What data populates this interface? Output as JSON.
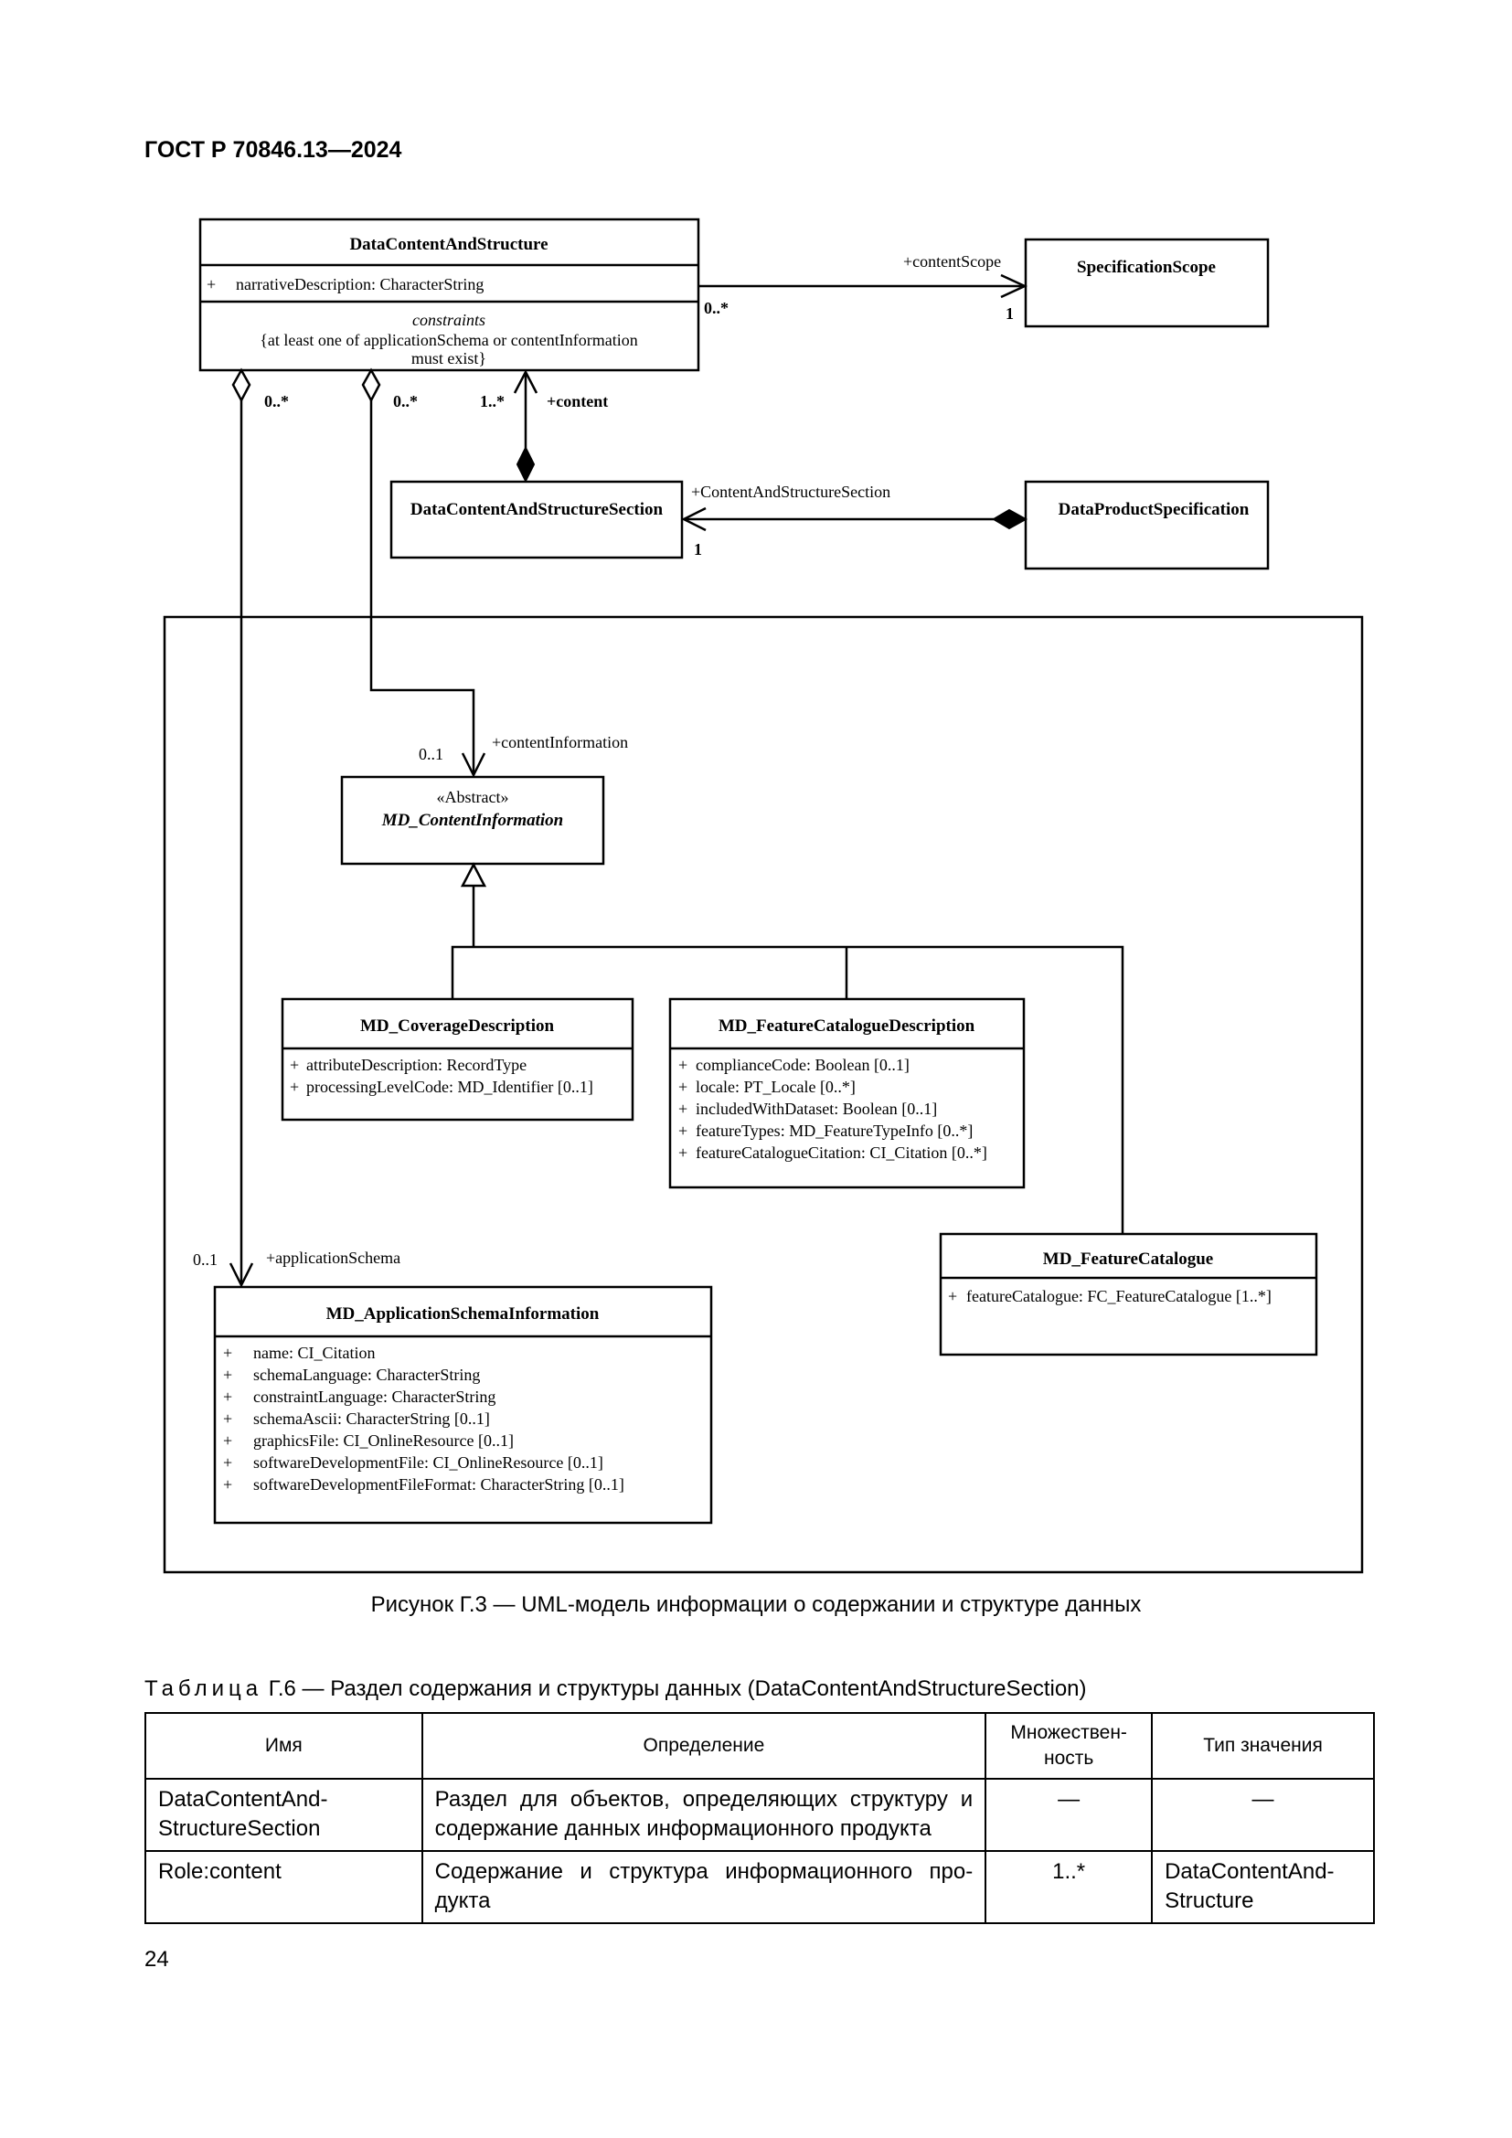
{
  "header": {
    "doc_id": "ГОСТ Р 70846.13—2024"
  },
  "diagram": {
    "classes": {
      "data_content": {
        "name": "DataContentAndStructure",
        "attributes": [
          "narrativeDescription: CharacterString"
        ],
        "constraints_title": "constraints",
        "constraints_lines": [
          "{at least one of applicationSchema or contentInformation",
          "must exist}"
        ]
      },
      "spec_scope": {
        "name": "SpecificationScope"
      },
      "section": {
        "name": "DataContentAndStructureSection"
      },
      "product_spec": {
        "name": "DataProductSpecification"
      },
      "content_info": {
        "stereotype": "«Abstract»",
        "name": "MD_ContentInformation"
      },
      "coverage": {
        "name": "MD_CoverageDescription",
        "attributes": [
          "attributeDescription: RecordType",
          "processingLevelCode: MD_Identifier [0..1]"
        ]
      },
      "feature_cat_desc": {
        "name": "MD_FeatureCatalogueDescription",
        "attributes": [
          "complianceCode: Boolean [0..1]",
          "locale: PT_Locale [0..*]",
          "includedWithDataset: Boolean [0..1]",
          "featureTypes: MD_FeatureTypeInfo [0..*]",
          "featureCatalogueCitation: CI_Citation [0..*]"
        ]
      },
      "feature_cat": {
        "name": "MD_FeatureCatalogue",
        "attributes": [
          "featureCatalogue: FC_FeatureCatalogue [1..*]"
        ]
      },
      "app_schema": {
        "name": "MD_ApplicationSchemaInformation",
        "attributes": [
          "name: CI_Citation",
          "schemaLanguage: CharacterString",
          "constraintLanguage: CharacterString",
          "schemaAscii: CharacterString [0..1]",
          "graphicsFile: CI_OnlineResource [0..1]",
          "softwareDevelopmentFile: CI_OnlineResource [0..1]",
          "softwareDevelopmentFileFormat: CharacterString [0..1]"
        ]
      }
    },
    "labels": {
      "content_scope": "+contentScope",
      "scope_mult_src": "0..*",
      "scope_mult_dst": "1",
      "diamond1_mult": "0..*",
      "diamond2_mult": "0..*",
      "content_mult": "1..*",
      "content_role": "+content",
      "section_role": "+ContentAndStructureSection",
      "section_mult": "1",
      "content_info_mult": "0..1",
      "content_info_role": "+contentInformation",
      "app_schema_mult": "0..1",
      "app_schema_role": "+applicationSchema",
      "plus": "+"
    }
  },
  "figure_caption": "Рисунок Г.3 — UML-модель информации о содержании и структуре данных",
  "table_caption": {
    "prefix": "Таблица",
    "rest": " Г.6 — Раздел содержания и структуры данных (DataContentAndStructureSection)"
  },
  "table": {
    "headers": [
      "Имя",
      "Определение",
      "Множествен-ность",
      "Тип значения"
    ],
    "rows": [
      [
        "DataContentAnd-StructureSection",
        "Раздел для объектов, определяющих структуру и содержание данных информационного продукта",
        "—",
        "—"
      ],
      [
        "Role:content",
        "Содержание и структура информационного про-дукта",
        "1..*",
        "DataContentAnd-Structure"
      ]
    ]
  },
  "page_number": "24"
}
